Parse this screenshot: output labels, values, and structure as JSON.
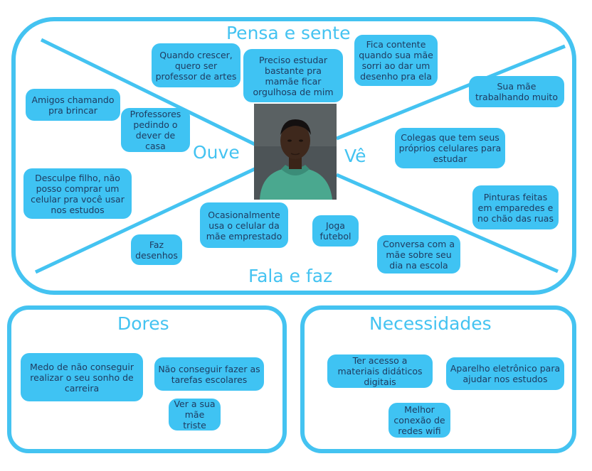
{
  "colors": {
    "accent": "#44c3f1",
    "note_fill": "#3fc3f3",
    "note_text": "#1e3a5f"
  },
  "empathy_map": {
    "sections": {
      "pensa_e_sente": "Pensa e sente",
      "ouve": "Ouve",
      "ve": "Vê",
      "fala_e_faz": "Fala e faz"
    },
    "notes": {
      "quando_crescer": "Quando crescer, quero ser professor de artes",
      "preciso_estudar": "Preciso estudar bastante pra mamãe ficar orgulhosa de mim",
      "fica_contente": "Fica contente quando sua mãe sorri ao dar um desenho pra ela",
      "amigos_chamando": "Amigos chamando pra brincar",
      "professores_pedindo": "Professores pedindo o dever de casa",
      "desculpe_filho": "Desculpe filho, não posso comprar um celular pra você usar nos estudos",
      "sua_mae_trabalhando": "Sua mãe trabalhando muito",
      "colegas_celulares": "Colegas que tem seus próprios celulares para estudar",
      "pinturas_feitas": "Pinturas feitas em emparedes e no chão das ruas",
      "ocasionalmente": "Ocasionalmente usa o celular da mãe emprestado",
      "joga_futebol": "Joga futebol",
      "faz_desenhos": "Faz desenhos",
      "conversa_com_mae": "Conversa com a mãe sobre seu dia na escola"
    },
    "persona_photo": "boy-portrait-image"
  },
  "dores": {
    "title": "Dores",
    "notes": {
      "medo": "Medo de não conseguir realizar o seu sonho de carreira",
      "nao_conseguir": "Não conseguir fazer as tarefas escolares",
      "ver_mae_triste": "Ver a sua mãe triste"
    }
  },
  "necessidades": {
    "title": "Necessidades",
    "notes": {
      "ter_acesso": "Ter acesso a materiais didáticos digitais",
      "aparelho": "Aparelho eletrônico para ajudar nos estudos",
      "melhor_conexao": "Melhor conexão de redes wifi"
    }
  }
}
